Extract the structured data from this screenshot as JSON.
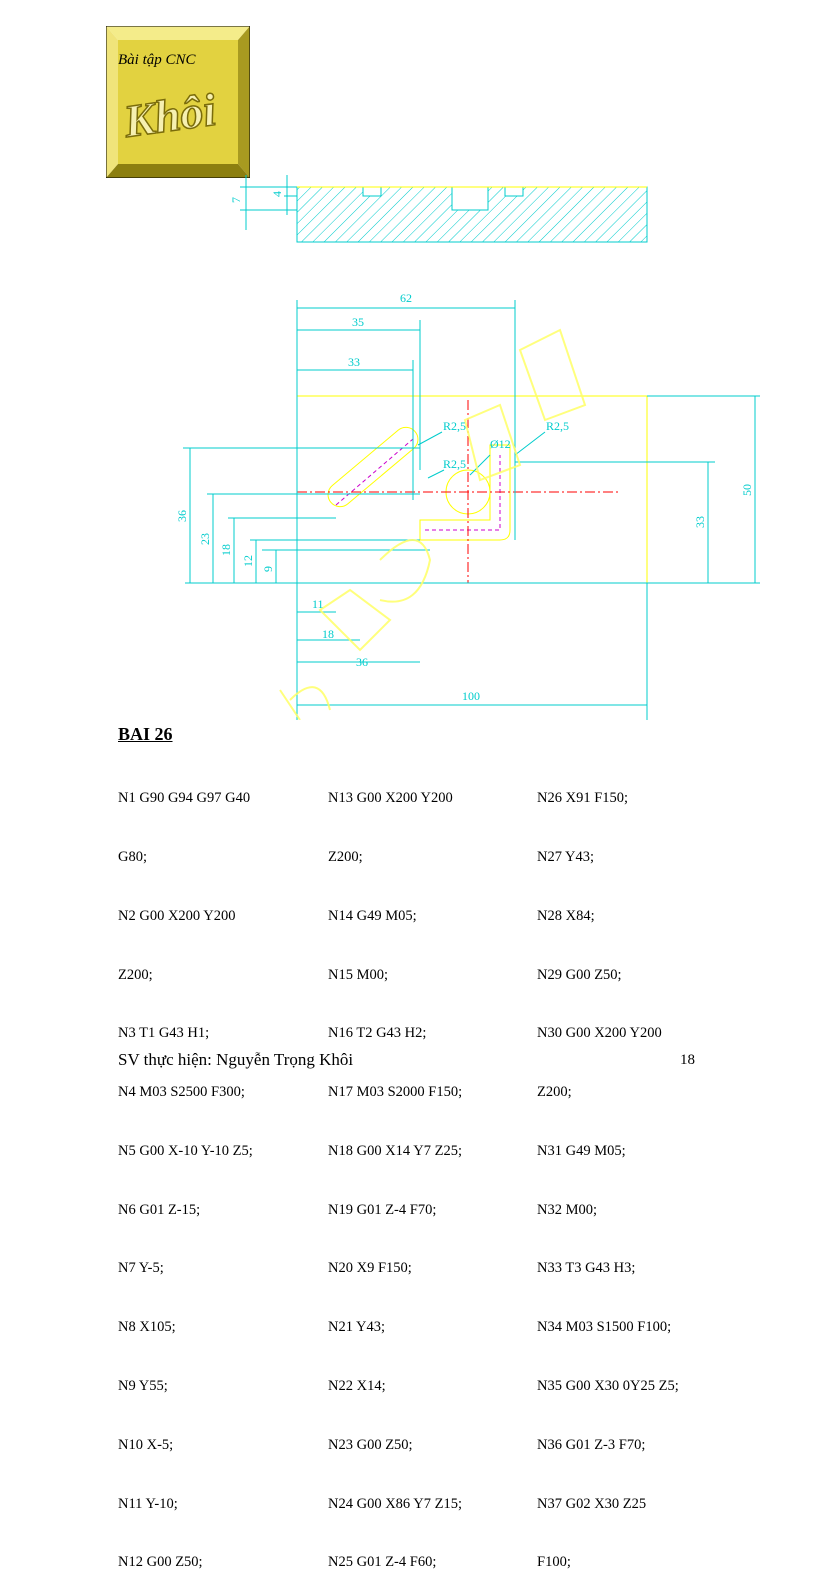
{
  "logo": {
    "label": "Bài tập CNC",
    "signature": "Khôi"
  },
  "dimensions": {
    "top_view": {
      "d62": "62",
      "d35": "35",
      "d33": "33",
      "d100": "100",
      "d36b": "36",
      "d18b": "18",
      "d11": "11"
    },
    "left": {
      "d36": "36",
      "d23": "23",
      "d18": "18",
      "d12": "12",
      "d9": "9"
    },
    "right": {
      "d50": "50",
      "d33": "33"
    },
    "radii": {
      "r1": "R2,5",
      "r2": "R2,5",
      "r3": "R2,5",
      "dia": "Ø12"
    },
    "section": {
      "d7": "7",
      "d4": "4"
    }
  },
  "watermark": "Trọng Khôi",
  "exercise_title": "BAI 26",
  "program": {
    "col1": [
      "N1 G90 G94 G97 G40",
      "G80;",
      "N2 G00 X200 Y200",
      "Z200;",
      "N3 T1 G43 H1;",
      "N4 M03 S2500 F300;",
      "N5 G00 X-10 Y-10 Z5;",
      "N6 G01 Z-15;",
      "N7 Y-5;",
      "N8 X105;",
      "N9 Y55;",
      "N10 X-5;",
      "N11 Y-10;",
      "N12 G00 Z50;"
    ],
    "col2": [
      "N13 G00 X200 Y200",
      "Z200;",
      "N14 G49 M05;",
      "N15 M00;",
      "N16 T2 G43 H2;",
      "N17 M03 S2000 F150;",
      "N18 G00 X14 Y7 Z25;",
      "N19 G01 Z-4 F70;",
      "N20 X9 F150;",
      "N21 Y43;",
      "N22 X14;",
      "N23 G00 Z50;",
      "N24 G00 X86 Y7 Z15;",
      "N25 G01 Z-4 F60;"
    ],
    "col3": [
      "N26 X91 F150;",
      "N27 Y43;",
      "N28 X84;",
      "N29 G00 Z50;",
      "N30 G00 X200 Y200",
      "Z200;",
      "N31 G49 M05;",
      "N32 M00;",
      "N33 T3 G43 H3;",
      "N34 M03 S1500 F100;",
      "N35 G00 X30 0Y25 Z5;",
      "N36 G01 Z-3 F70;",
      "N37 G02 X30 Z25",
      "F100;"
    ]
  },
  "footer": {
    "author": "SV thực hiện: Nguyễn Trọng Khôi",
    "page": "18"
  },
  "colors": {
    "dimension": "#00cccc",
    "part": "#ffff00",
    "toolpath": "#cc00cc",
    "center": "#ff0000",
    "logo": "#e8d84a"
  }
}
